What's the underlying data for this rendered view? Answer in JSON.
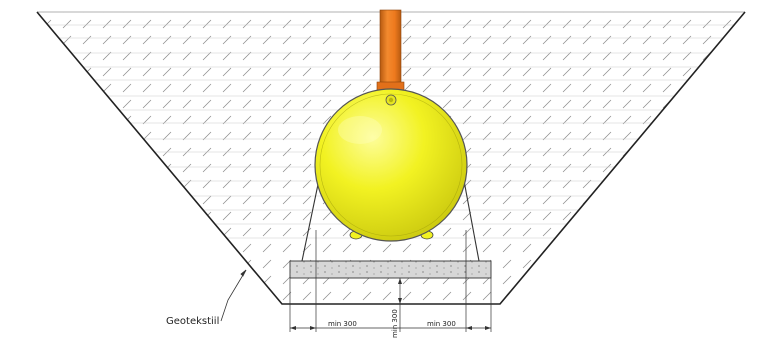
{
  "labels": {
    "geotextile": "Geotekstiil",
    "dim_left": "min 300",
    "dim_right": "min 300",
    "dim_vertical": "min 300"
  },
  "colors": {
    "tank_fill": "#F2F222",
    "tank_highlight": "#FDFD9A",
    "tank_shadow": "#C9C70E",
    "pipe": "#EE7A1E",
    "pipe_shadow": "#B75A10",
    "slab": "#D7D7D7",
    "line": "#222222",
    "hatch": "#7A7A7A"
  }
}
